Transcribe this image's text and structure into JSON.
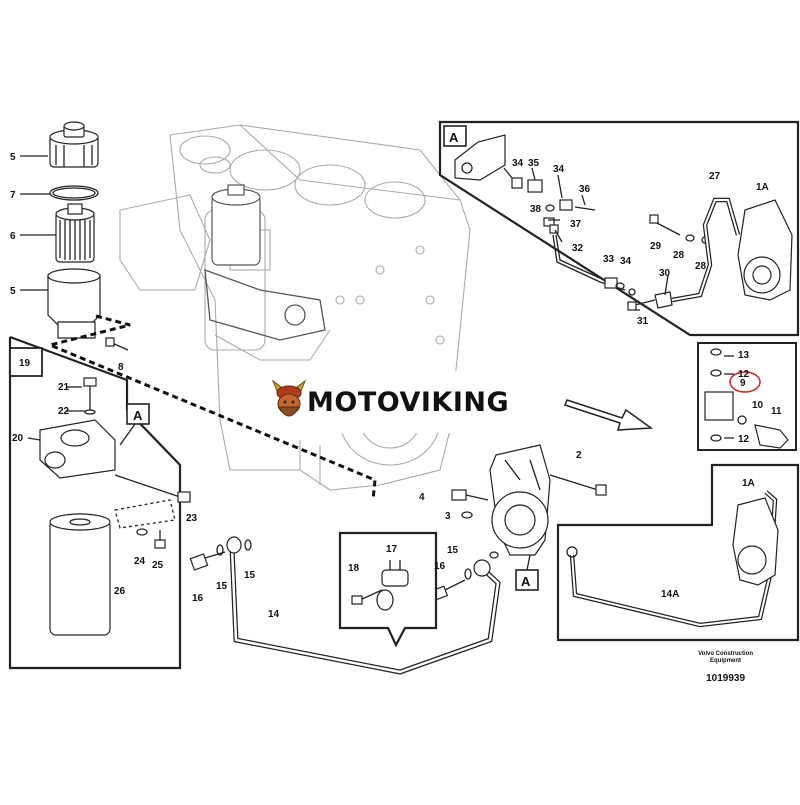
{
  "brand": {
    "name": "MOTOVIKING"
  },
  "view_labels": {
    "a_main": "A",
    "a_inset": "A",
    "a_bottom": "A",
    "view19": "19"
  },
  "parts": {
    "p5a": "5",
    "p7": "7",
    "p6": "6",
    "p5b": "5",
    "p8": "8",
    "p21": "21",
    "p22": "22",
    "p20": "20",
    "p23": "23",
    "p24": "24",
    "p25": "25",
    "p26": "26",
    "p16a": "16",
    "p15a": "15",
    "p15b": "15",
    "p14": "14",
    "p17": "17",
    "p18": "18",
    "p4": "4",
    "p3": "3",
    "p2": "2",
    "p16b": "16",
    "p15c": "15",
    "p34a": "34",
    "p35": "35",
    "p34b": "34",
    "p36": "36",
    "p38": "38",
    "p37": "37",
    "p32": "32",
    "p33": "33",
    "p34c": "34",
    "p30": "30",
    "p31": "31",
    "p29": "29",
    "p28a": "28",
    "p28b": "28",
    "p27": "27",
    "p1a": "1A",
    "p13": "13",
    "p12a": "12",
    "p9": "9",
    "p10": "10",
    "p11": "11",
    "p12b": "12",
    "p1a2": "1A",
    "p14a": "14A"
  },
  "footer": {
    "line1": "Volvo Construction",
    "line2": "Equipment",
    "drawing_no": "1019939"
  },
  "colors": {
    "highlight_circle": "#cc2222",
    "line": "#222222",
    "engine_outline": "#aaaaaa"
  }
}
